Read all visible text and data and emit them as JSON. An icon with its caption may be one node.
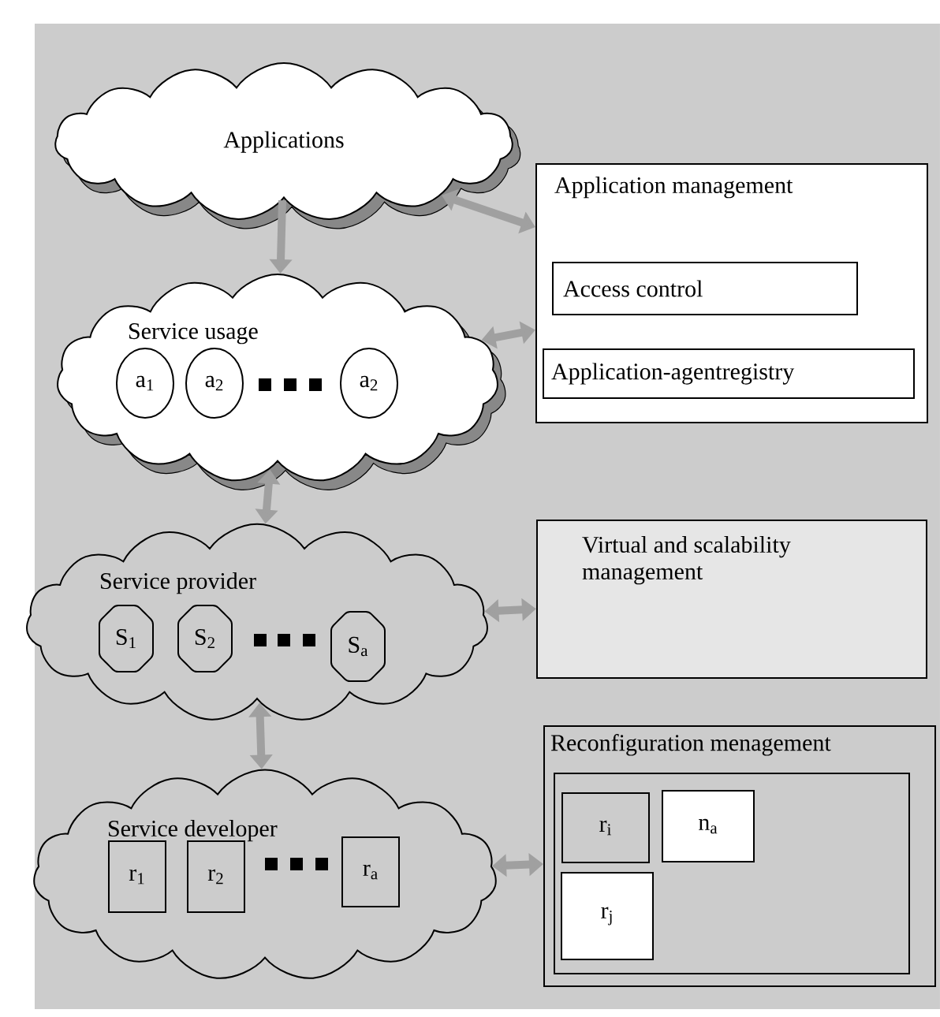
{
  "diagram": {
    "nodes": [
      {
        "text": [
          "Applications"
        ]
      },
      {
        "text": [
          "Service usage"
        ]
      },
      {
        "text": [
          "a$_{1}$"
        ],
        "in": 1
      },
      {
        "text": [
          "a$_{2}$"
        ],
        "in": 1
      },
      {
        "text": [
          "a$_{2}$"
        ],
        "in": 1
      },
      {
        "text": [
          "Application management"
        ]
      },
      {
        "text": [
          "Access control"
        ],
        "in": 5
      },
      {
        "text": [
          "Application-agentregistry"
        ],
        "in": 5
      },
      {
        "text": [
          "Service provider"
        ]
      },
      {
        "text": [
          "S$_{1}$"
        ],
        "in": 8
      },
      {
        "text": [
          "S$_{2}$"
        ],
        "in": 8
      },
      {
        "text": [
          "S$_{a}$"
        ],
        "in": 8
      },
      {
        "text": [
          "Virtual and scalability management"
        ]
      },
      {
        "text": [
          "Service developer"
        ]
      },
      {
        "text": [
          "r$_{1}$"
        ],
        "in": 13
      },
      {
        "text": [
          "r$_{2}$"
        ],
        "in": 13
      },
      {
        "text": [
          "r$_{a}$"
        ],
        "in": 13
      },
      {
        "text": [
          "Reconfiguration menagement"
        ]
      },
      {
        "text": [],
        "shape": "box",
        "in": 17
      },
      {
        "text": [
          "r$_{i}$"
        ],
        "in": 18
      },
      {
        "text": [
          "n$_{a}$"
        ],
        "in": 18
      },
      {
        "text": [
          "r$_{j}$"
        ],
        "in": 18
      }
    ],
    "edges": [
      {
        "from": 0,
        "to": 1,
        "arrow": "to"
      },
      {
        "from": 0,
        "to": 5,
        "arrow": "both"
      },
      {
        "from": 1,
        "to": 5,
        "arrow": "both"
      },
      {
        "from": 1,
        "to": 8,
        "arrow": "both"
      },
      {
        "from": 8,
        "to": 12,
        "arrow": "both"
      },
      {
        "from": 8,
        "to": 13,
        "arrow": "both"
      },
      {
        "from": 13,
        "to": 17,
        "arrow": "both"
      }
    ]
  }
}
